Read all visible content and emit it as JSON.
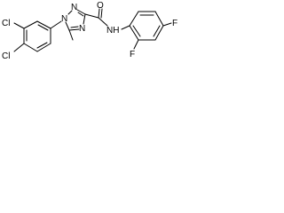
{
  "molecule": {
    "atoms": {
      "cl_top": "Cl",
      "cl_bottom": "Cl",
      "n_ring_1": "N",
      "n_ring_2": "N",
      "n_ring_3": "N",
      "o_carbonyl": "O",
      "nh": "NH",
      "f_para": "F",
      "f_ortho": "F"
    },
    "colors": {
      "bond": "#000000",
      "label": "#000000",
      "background": "#ffffff"
    }
  }
}
